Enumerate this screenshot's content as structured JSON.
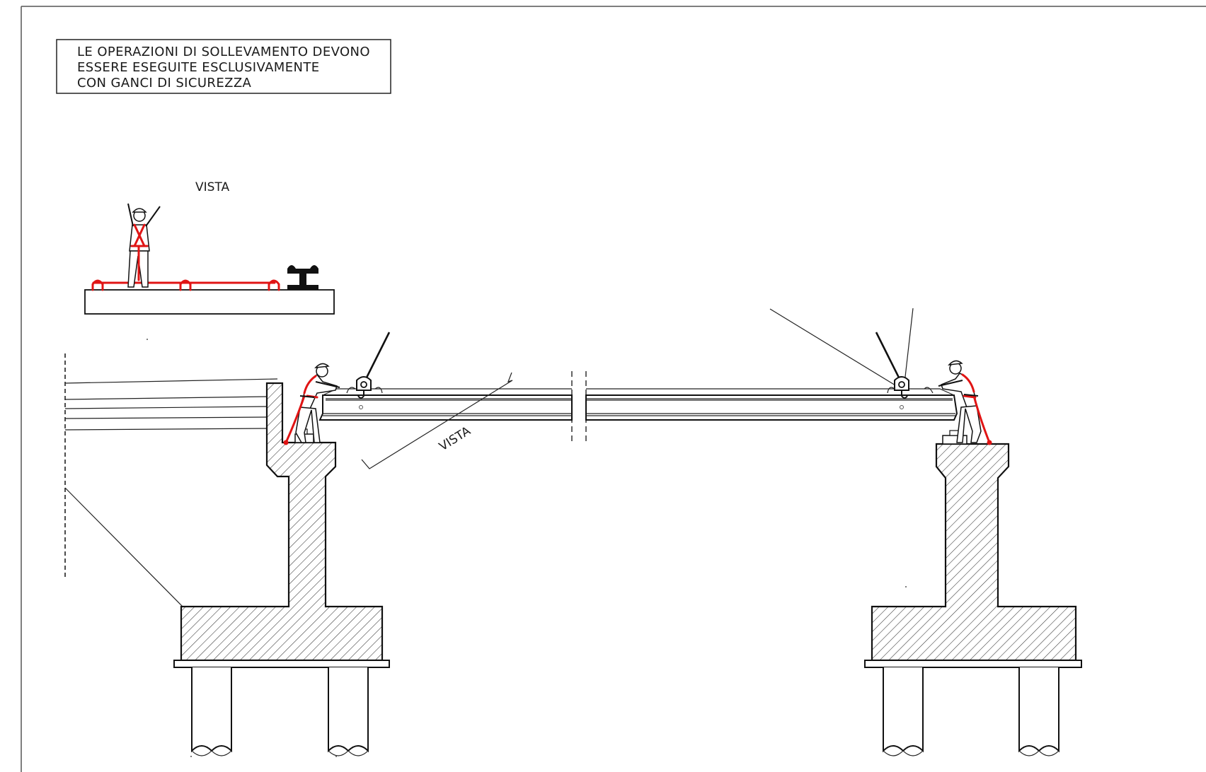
{
  "note": {
    "lines": [
      "LE  OPERAZIONI  DI  SOLLEVAMENTO  DEVONO",
      "ESSERE  ESEGUITE  ESCLUSIVAMENTE",
      "CON  GANCI  DI  SICUREZZA"
    ]
  },
  "detail_view": {
    "label": "VISTA"
  },
  "section_cut": {
    "label": "VISTA"
  },
  "colors": {
    "line": "#111111",
    "safety_line": "#e01414",
    "background": "#ffffff"
  },
  "icons": [
    "worker-figure",
    "steel-i-beam",
    "lifting-hook",
    "concrete-hatch"
  ]
}
